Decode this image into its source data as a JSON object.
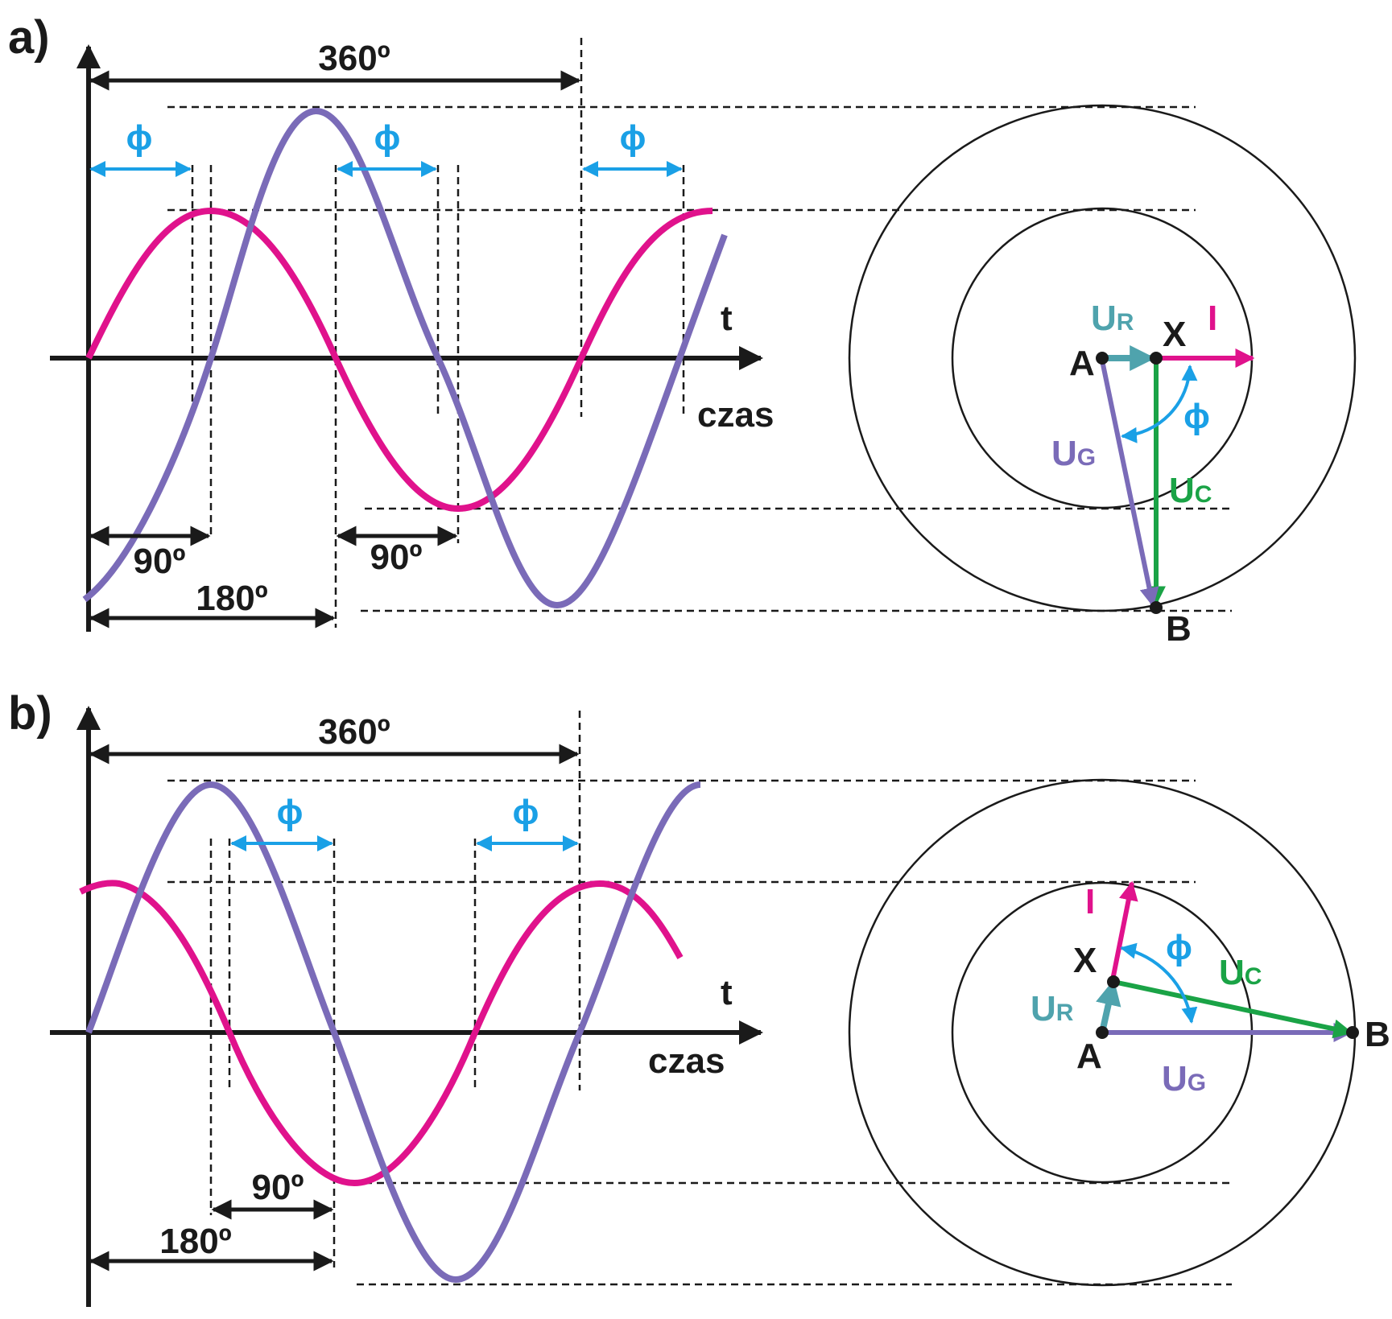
{
  "colors": {
    "current": "#e0128c",
    "generator": "#7a6bb8",
    "resistor": "#4fa3ad",
    "capacitor": "#1aa346",
    "phi": "#1aa0e6",
    "axis": "#1a1a1a"
  },
  "panels": [
    {
      "label": "a)",
      "time_axis": {
        "name": "t",
        "caption": "czas"
      },
      "dimensions": {
        "full": "360º",
        "half": "180º",
        "quarter": "90º",
        "quarter_2": "90º",
        "phi": "ϕ"
      },
      "phasor": {
        "point_a": "A",
        "point_x": "X",
        "point_b": "B",
        "current": "I",
        "generator": "U",
        "generator_sub": "G",
        "resistor": "U",
        "resistor_sub": "R",
        "capacitor": "U",
        "capacitor_sub": "C",
        "angle": "ϕ"
      }
    },
    {
      "label": "b)",
      "time_axis": {
        "name": "t",
        "caption": "czas"
      },
      "dimensions": {
        "full": "360º",
        "half": "180º",
        "quarter": "90º",
        "phi": "ϕ"
      },
      "phasor": {
        "point_a": "A",
        "point_x": "X",
        "point_b": "B",
        "current": "I",
        "generator": "U",
        "generator_sub": "G",
        "resistor": "U",
        "resistor_sub": "R",
        "capacitor": "U",
        "capacitor_sub": "C",
        "angle": "ϕ"
      }
    }
  ]
}
